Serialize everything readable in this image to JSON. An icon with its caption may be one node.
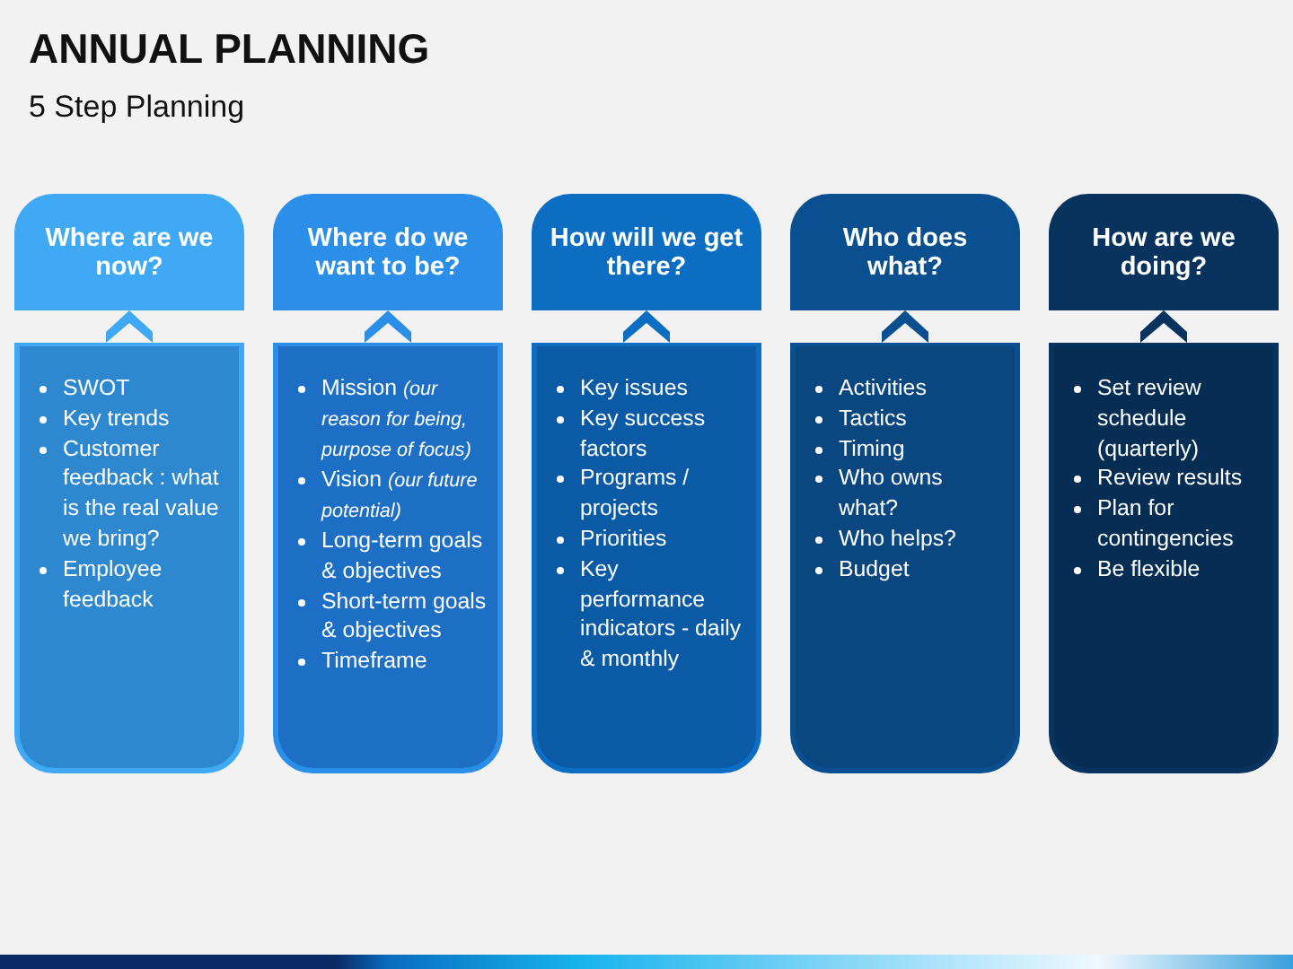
{
  "diagram": {
    "title": "ANNUAL PLANNING",
    "nodes": [
      {
        "text": [
          "Where are we now?"
        ]
      },
      {
        "text": [
          "SWOT",
          "Key trends",
          "Customer feedback : what is the real value we bring?",
          "Employee feedback"
        ]
      },
      {
        "text": [
          "Where do we want to be?"
        ]
      },
      {
        "text": [
          "Mission *(our reason for being, purpose of focus)*",
          "Vision *(our future potential)*",
          "Long-term goals & objectives",
          "Short-term goals & objectives",
          "Timeframe"
        ]
      },
      {
        "text": [
          "How will we get there?"
        ]
      },
      {
        "text": [
          "Key issues",
          "Key success factors",
          "Programs / projects",
          "Priorities",
          "Key performance indicators - daily & monthly"
        ]
      },
      {
        "text": [
          "Who does what?"
        ]
      },
      {
        "text": [
          "Activities",
          "Tactics",
          "Timing",
          "Who owns what?",
          "Who helps?",
          "Budget"
        ]
      },
      {
        "text": [
          "How are we doing?"
        ]
      },
      {
        "text": [
          "Set review schedule (quarterly)",
          "Review results",
          "Plan for contingencies",
          "Be flexible"
        ]
      }
    ],
    "edges": [
      {
        "from": 1,
        "to": 0,
        "arrow": "to"
      },
      {
        "from": 3,
        "to": 2,
        "arrow": "to"
      },
      {
        "from": 5,
        "to": 4,
        "arrow": "to"
      },
      {
        "from": 7,
        "to": 6,
        "arrow": "to"
      },
      {
        "from": 9,
        "to": 8,
        "arrow": "to"
      }
    ],
    "labels": [
      "5 Step Planning"
    ]
  }
}
